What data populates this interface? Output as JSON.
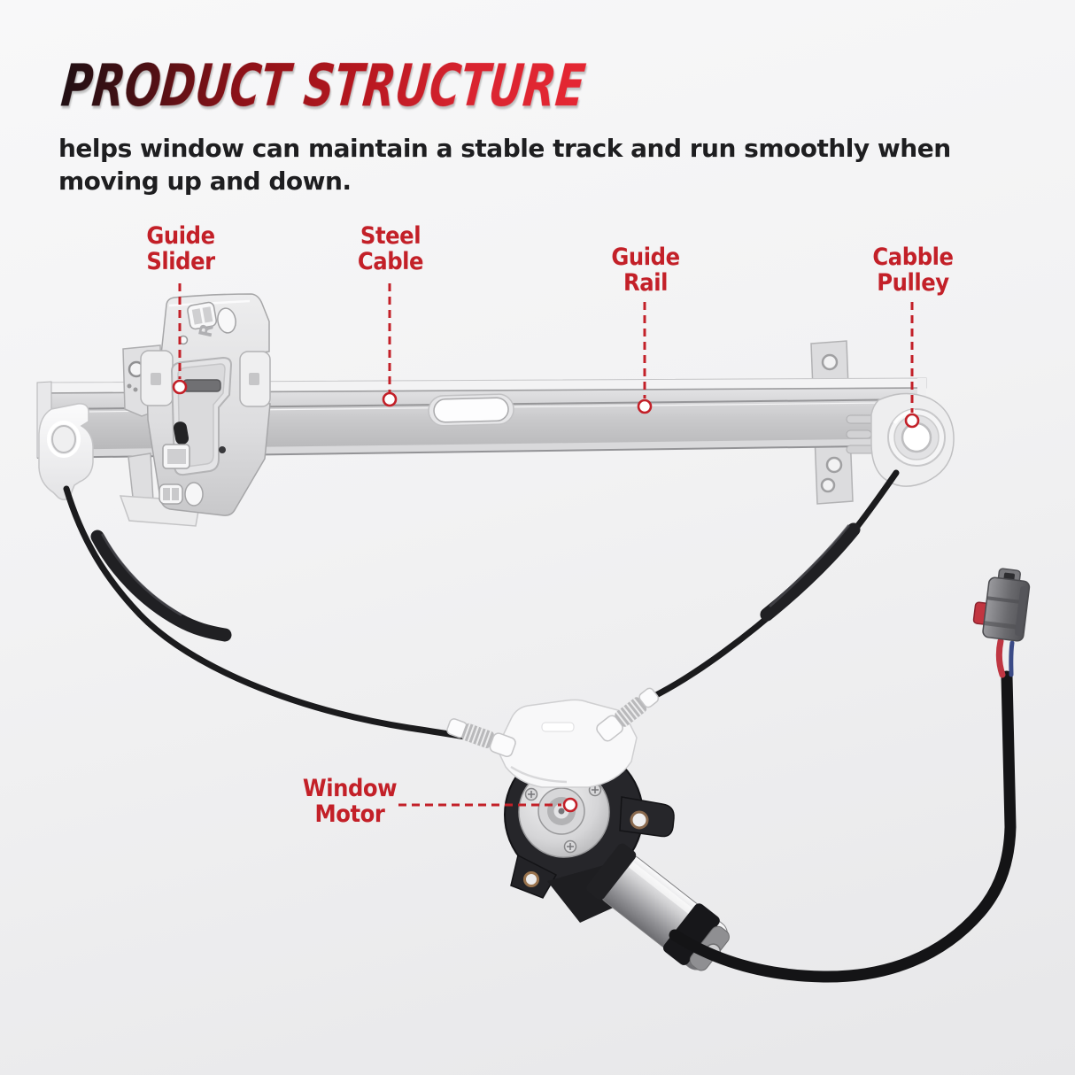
{
  "header": {
    "title": "PRODUCT STRUCTURE",
    "subtitle_line1": "helps window can maintain a stable track and run smoothly when",
    "subtitle_line2": "moving up and down."
  },
  "colors": {
    "accent": "#c32028",
    "title_dark": "#201014",
    "title_mid": "#8c1218",
    "title_red": "#e52733",
    "subtitle_color": "#1e1e20",
    "bg_top": "#f8f8f9",
    "bg_bottom": "#e7e7e9"
  },
  "callouts": [
    {
      "id": "guide-slider",
      "line1": "Guide",
      "line2": "Slider"
    },
    {
      "id": "steel-cable",
      "line1": "Steel",
      "line2": "Cable"
    },
    {
      "id": "guide-rail",
      "line1": "Guide",
      "line2": "Rail"
    },
    {
      "id": "cabble-pulley",
      "line1": "Cabble",
      "line2": "Pulley"
    },
    {
      "id": "window-motor",
      "line1": "Window",
      "line2": "Motor"
    }
  ],
  "diagram": {
    "description": "Power window regulator assembly with motor",
    "stamp_letter": "R",
    "parts": [
      "Guide Slider",
      "Steel Cable",
      "Guide Rail",
      "Cabble Pulley",
      "Window Motor"
    ]
  }
}
